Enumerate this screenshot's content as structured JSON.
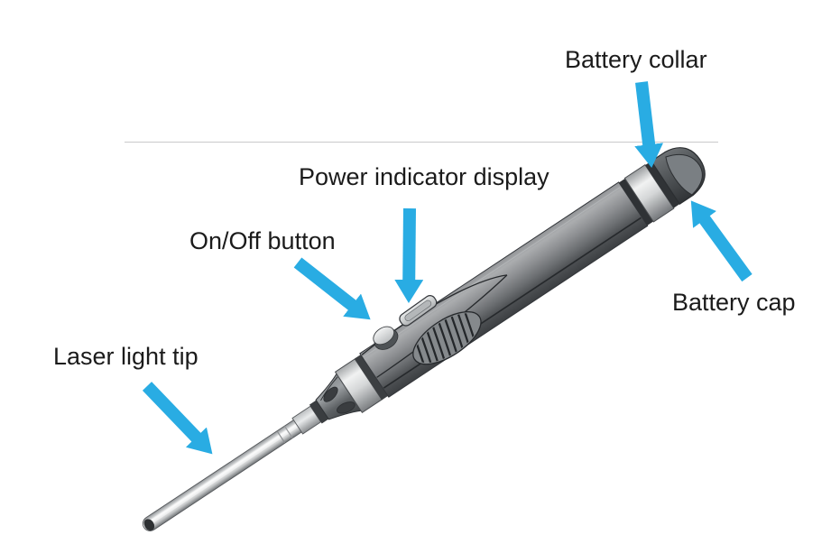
{
  "labels": {
    "battery_collar": "Battery collar",
    "power_indicator_display": "Power indicator display",
    "on_off_button": "On/Off button",
    "battery_cap": "Battery cap",
    "laser_light_tip": "Laser light tip"
  },
  "colors": {
    "arrow_blue": "#29ace3",
    "label_text": "#1b1b1b",
    "divider_line": "#c9cacb",
    "background": "#ffffff"
  }
}
